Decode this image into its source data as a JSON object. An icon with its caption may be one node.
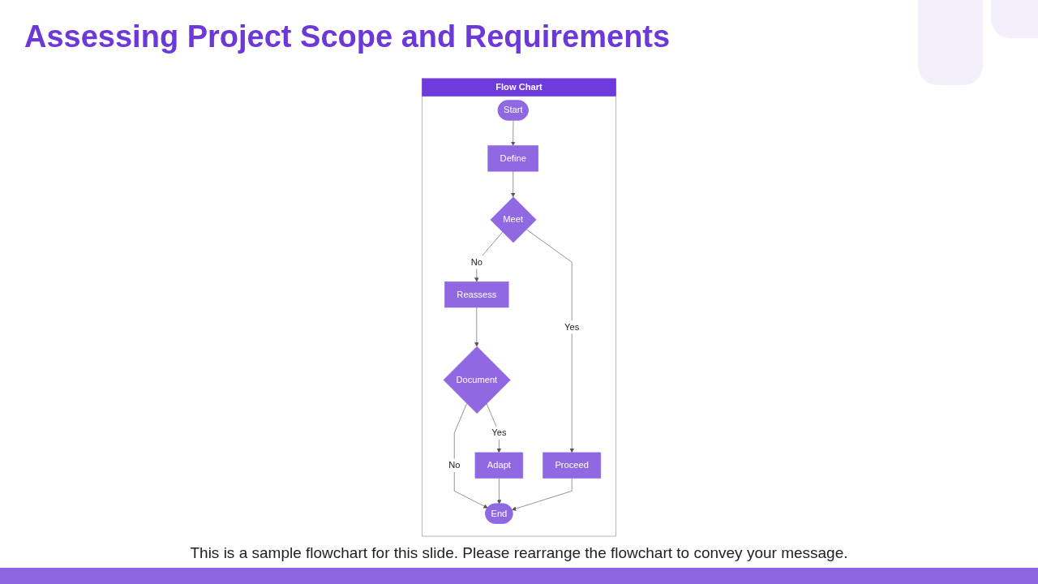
{
  "diagram": {
    "title": "Assessing Project Scope and Requirements",
    "caption": "This is a sample flowchart for this slide. Please rearrange the flowchart to convey your message.",
    "nodes": [
      {
        "text": [
          "Flow Chart"
        ]
      },
      {
        "text": [
          "Start"
        ],
        "in": 0
      },
      {
        "text": [
          "Define"
        ],
        "in": 0
      },
      {
        "text": [
          "Meet"
        ],
        "in": 0
      },
      {
        "text": [
          "Proceed"
        ],
        "in": 0
      },
      {
        "text": [
          "Reassess"
        ],
        "in": 0
      },
      {
        "text": [
          "Document"
        ],
        "in": 0
      },
      {
        "text": [
          "Adapt"
        ],
        "in": 0
      },
      {
        "text": [
          "End"
        ],
        "in": 0
      }
    ],
    "edges": [
      {
        "from": 1,
        "to": 2,
        "arrow": "to"
      },
      {
        "from": 2,
        "to": 3,
        "arrow": "to"
      },
      {
        "from": 3,
        "to": 4,
        "arrow": "to",
        "label": "Yes"
      },
      {
        "from": 3,
        "to": 5,
        "arrow": "to",
        "label": "No"
      },
      {
        "from": 5,
        "to": 6,
        "arrow": "to"
      },
      {
        "from": 6,
        "to": 7,
        "arrow": "to",
        "label": "Yes"
      },
      {
        "from": 6,
        "to": 8,
        "arrow": "to",
        "label": "No"
      },
      {
        "from": 7,
        "to": 8,
        "arrow": "to"
      },
      {
        "from": 4,
        "to": 8,
        "arrow": "to"
      }
    ]
  }
}
